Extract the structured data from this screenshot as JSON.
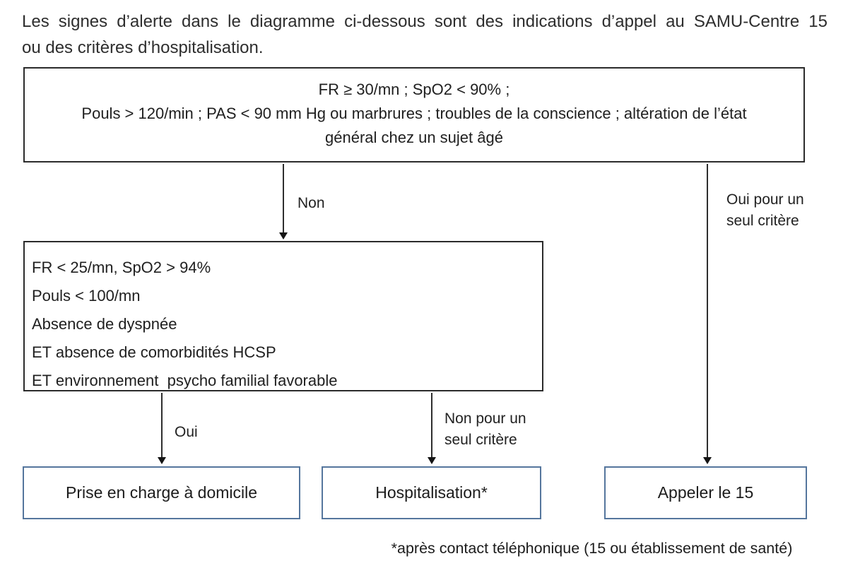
{
  "intro": {
    "lines": [
      "Les signes d’alerte dans le diagramme ci-dessous sont des indications d’appel au SAMU-Centre 15",
      "ou des critères d’hospitalisation."
    ]
  },
  "flowchart": {
    "alert_box": {
      "lines": [
        "FR ≥ 30/mn ; SpO2 < 90% ;",
        "Pouls > 120/min ; PAS < 90 mm Hg ou marbrures ; troubles de la conscience ; altération de l’état",
        "général chez un sujet âgé"
      ]
    },
    "criteria_box": {
      "lines": [
        "FR < 25/mn, SpO2 > 94%",
        "Pouls < 100/mn",
        "Absence de dyspnée",
        "ET absence de comorbidités HCSP",
        "ET environnement  psycho familial favorable"
      ]
    },
    "edge_labels": {
      "non": "Non",
      "oui_un_seul_critere": "Oui pour un seul critère",
      "oui": "Oui",
      "non_un_seul_critere": "Non pour un seul critère"
    },
    "outcomes": {
      "home": "Prise en charge à domicile",
      "hospital": "Hospitalisation*",
      "call15": "Appeler le 15"
    },
    "footnote": "*après contact téléphonique (15 ou établissement de santé)"
  },
  "colors": {
    "criteria_border": "#2b2b2b",
    "outcome_border": "#55769d",
    "text": "#1f1f1f"
  }
}
